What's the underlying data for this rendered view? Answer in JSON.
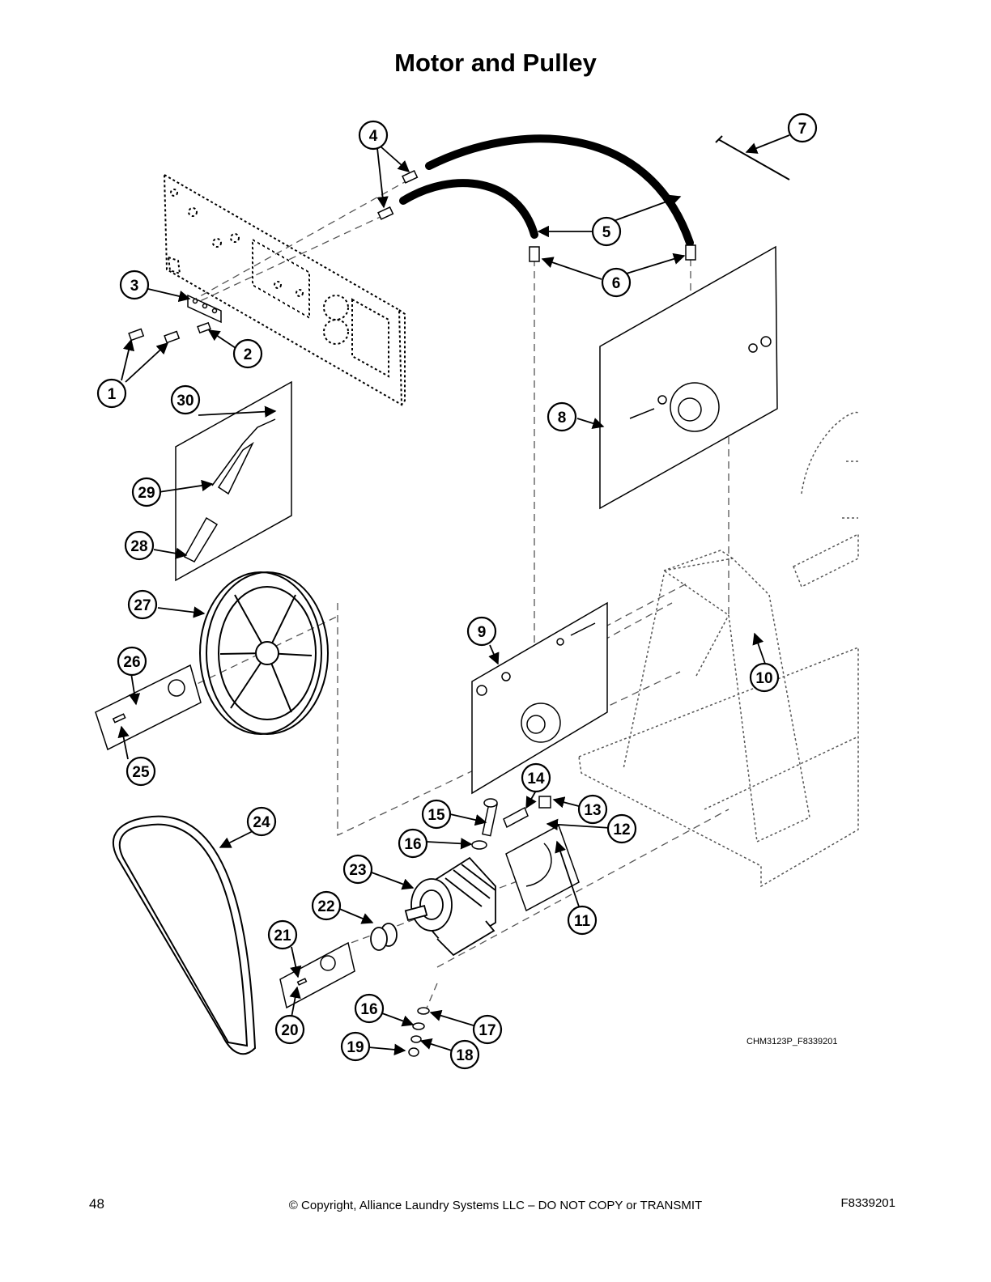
{
  "page": {
    "title": "Motor and Pulley",
    "drawing_id": "CHM3123P_F8339201",
    "page_number": "48",
    "copyright": "© Copyright, Alliance Laundry Systems LLC – DO NOT COPY or TRANSMIT",
    "document_number": "F8339201"
  },
  "callouts": [
    {
      "label": "1"
    },
    {
      "label": "2"
    },
    {
      "label": "3"
    },
    {
      "label": "4"
    },
    {
      "label": "5"
    },
    {
      "label": "6"
    },
    {
      "label": "7"
    },
    {
      "label": "8"
    },
    {
      "label": "9"
    },
    {
      "label": "10"
    },
    {
      "label": "11"
    },
    {
      "label": "12"
    },
    {
      "label": "13"
    },
    {
      "label": "14"
    },
    {
      "label": "15"
    },
    {
      "label": "16"
    },
    {
      "label": "16"
    },
    {
      "label": "17"
    },
    {
      "label": "18"
    },
    {
      "label": "19"
    },
    {
      "label": "20"
    },
    {
      "label": "21"
    },
    {
      "label": "22"
    },
    {
      "label": "23"
    },
    {
      "label": "24"
    },
    {
      "label": "25"
    },
    {
      "label": "26"
    },
    {
      "label": "27"
    },
    {
      "label": "28"
    },
    {
      "label": "29"
    },
    {
      "label": "30"
    }
  ],
  "colors": {
    "ink": "#000000",
    "paper": "#ffffff",
    "dashed": "#555555"
  }
}
